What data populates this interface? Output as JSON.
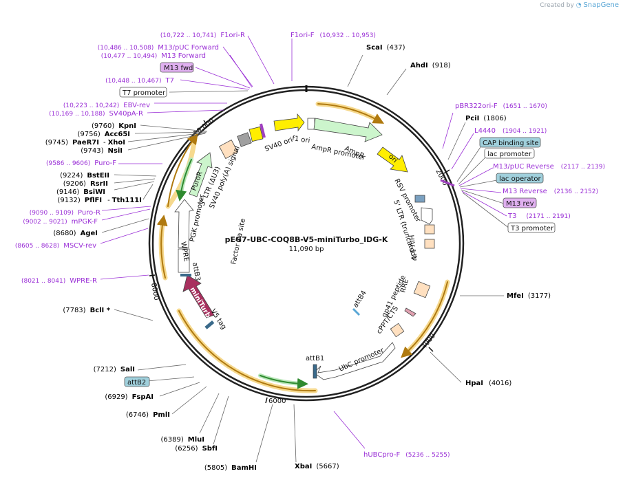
{
  "app": {
    "created_by": "Created by",
    "brand": "SnapGene"
  },
  "plasmid": {
    "name": "pEG7-UBC-COQ8B-V5-miniTurbo_IDG-K",
    "size": "11,090 bp"
  },
  "colors": {
    "enzyme": "#000000",
    "primer": "#9a2fd6",
    "backbone": "#222222",
    "orange_arc": "#e2a02b",
    "green_arc": "#2f8a2f",
    "yellow": "#ffee00",
    "light_green": "#ccf5cc",
    "peach": "#ffe0c0",
    "maroon": "#a8305e",
    "gray": "#a0a0a0",
    "teal": "#a0d0dc",
    "lavender": "#e0b0f0"
  },
  "ticks": [
    "2000",
    "4000",
    "6000",
    "8000",
    "10,000"
  ],
  "enzymes_left": [
    {
      "name": "KpnI",
      "pos": "(9760)"
    },
    {
      "name": "Acc65I",
      "pos": "(9756)"
    },
    {
      "name": "PaeR7I",
      "pos": "(9745)",
      "name2": "XhoI"
    },
    {
      "name": "NsiI",
      "pos": "(9743)"
    },
    {
      "name": "BstEII",
      "pos": "(9224)"
    },
    {
      "name": "RsrII",
      "pos": "(9206)"
    },
    {
      "name": "BsiWI",
      "pos": "(9146)"
    },
    {
      "name": "PflFI",
      "pos": "(9132)",
      "name2": "Tth111I"
    },
    {
      "name": "AgeI",
      "pos": "(8680)"
    },
    {
      "name": "BclI *",
      "pos": "(7783)"
    },
    {
      "name": "SalI",
      "pos": "(7212)"
    },
    {
      "name": "FspAI",
      "pos": "(6929)"
    },
    {
      "name": "PmlI",
      "pos": "(6746)"
    },
    {
      "name": "MluI",
      "pos": "(6389)"
    },
    {
      "name": "SbfI",
      "pos": "(6256)"
    },
    {
      "name": "BamHI",
      "pos": "(5805)"
    }
  ],
  "enzymes_right": [
    {
      "name": "ScaI",
      "pos": "(437)"
    },
    {
      "name": "AhdI",
      "pos": "(918)"
    },
    {
      "name": "PciI",
      "pos": "(1806)"
    },
    {
      "name": "MfeI",
      "pos": "(3177)"
    },
    {
      "name": "HpaI",
      "pos": "(4016)"
    },
    {
      "name": "XbaI",
      "pos": "(5667)"
    }
  ],
  "primers": [
    {
      "name": "F1ori-R",
      "pos": "(10,722 .. 10,741)"
    },
    {
      "name": "F1ori-F",
      "pos": "(10,932 .. 10,953)"
    },
    {
      "name": "M13/pUC Forward",
      "pos": "(10,486 .. 10,508)"
    },
    {
      "name": "M13 Forward",
      "pos": "(10,477 .. 10,494)"
    },
    {
      "name": "T7",
      "pos": "(10,448 .. 10,467)"
    },
    {
      "name": "EBV-rev",
      "pos": "(10,223 .. 10,242)"
    },
    {
      "name": "SV40pA-R",
      "pos": "(10,169 .. 10,188)"
    },
    {
      "name": "Puro-F",
      "pos": "(9586 .. 9606)"
    },
    {
      "name": "Puro-R",
      "pos": "(9090 .. 9109)"
    },
    {
      "name": "mPGK-F",
      "pos": "(9002 .. 9021)"
    },
    {
      "name": "MSCV-rev",
      "pos": "(8605 .. 8628)"
    },
    {
      "name": "WPRE-R",
      "pos": "(8021 .. 8041)"
    },
    {
      "name": "pBR322ori-F",
      "pos": "(1651 .. 1670)"
    },
    {
      "name": "L4440",
      "pos": "(1904 .. 1921)"
    },
    {
      "name": "M13/pUC Reverse",
      "pos": "(2117 .. 2139)"
    },
    {
      "name": "M13 Reverse",
      "pos": "(2136 .. 2152)"
    },
    {
      "name": "T3",
      "pos": "(2171 .. 2191)"
    },
    {
      "name": "hUBCpro-F",
      "pos": "(5236 .. 5255)"
    }
  ],
  "boxed_labels": [
    {
      "name": "M13 fwd",
      "style": "lavender"
    },
    {
      "name": "T7 promoter",
      "style": "white"
    },
    {
      "name": "CAP binding site",
      "style": "teal"
    },
    {
      "name": "lac promoter",
      "style": "white"
    },
    {
      "name": "lac operator",
      "style": "teal"
    },
    {
      "name": "M13 rev",
      "style": "lavender"
    },
    {
      "name": "T3 promoter",
      "style": "white"
    },
    {
      "name": "attB2",
      "style": "teal"
    }
  ],
  "features": [
    "f1 ori",
    "AmpR promoter",
    "AmpR",
    "ori",
    "RSV promoter",
    "5' LTR (truncated)",
    "HIV-1 Ψ",
    "RRE",
    "gp41 peptide",
    "cPPT/CTS",
    "attB4",
    "UbC promoter",
    "attB1",
    "V5 tag",
    "miniTurbo",
    "attB3",
    "WPRE",
    "PGK promoter",
    "PuroR",
    "3' LTR (ΔU3)",
    "SV40 poly(A) signal",
    "SV40 ori",
    "Factor Xa site"
  ]
}
